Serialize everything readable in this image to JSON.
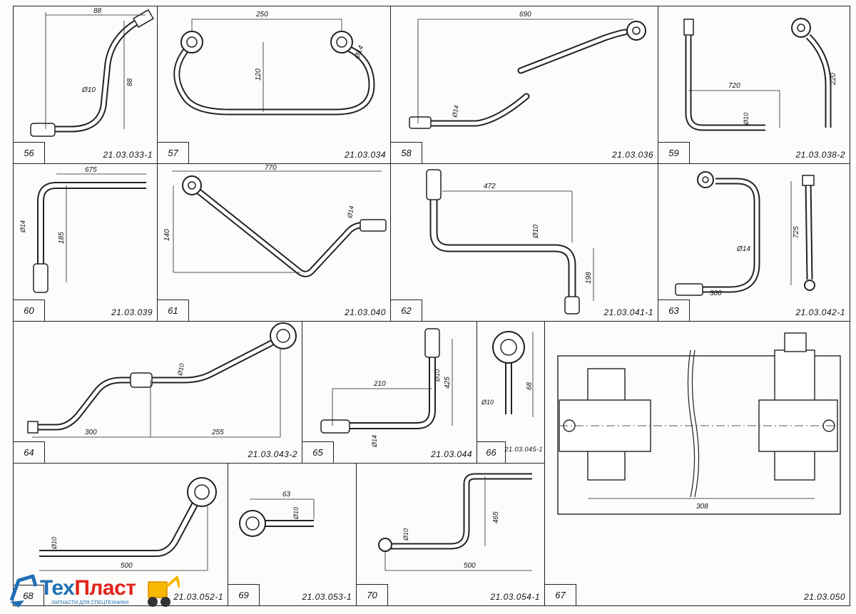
{
  "parts": [
    {
      "num": "56",
      "code": "21.03.033-1",
      "dims": [
        "88",
        "88",
        "Ø10"
      ]
    },
    {
      "num": "57",
      "code": "21.03.034",
      "dims": [
        "250",
        "120",
        "Ø14"
      ]
    },
    {
      "num": "58",
      "code": "21.03.036",
      "dims": [
        "690",
        "Ø14"
      ]
    },
    {
      "num": "59",
      "code": "21.03.038-2",
      "dims": [
        "720",
        "220",
        "Ø10"
      ]
    },
    {
      "num": "60",
      "code": "21.03.039",
      "dims": [
        "675",
        "185",
        "Ø14"
      ]
    },
    {
      "num": "61",
      "code": "21.03.040",
      "dims": [
        "770",
        "140",
        "Ø14"
      ]
    },
    {
      "num": "62",
      "code": "21.03.041-1",
      "dims": [
        "472",
        "198",
        "Ø10"
      ]
    },
    {
      "num": "63",
      "code": "21.03.042-1",
      "dims": [
        "725",
        "300",
        "Ø14"
      ]
    },
    {
      "num": "64",
      "code": "21.03.043-2",
      "dims": [
        "300",
        "255",
        "Ø10"
      ]
    },
    {
      "num": "65",
      "code": "21.03.044",
      "dims": [
        "210",
        "425",
        "Ø10",
        "Ø14"
      ]
    },
    {
      "num": "66",
      "code": "21.03.045-1",
      "dims": [
        "68",
        "Ø10"
      ]
    },
    {
      "num": "67",
      "code": "21.03.050",
      "dims": [
        "308"
      ]
    },
    {
      "num": "68",
      "code": "21.03.052-1",
      "dims": [
        "500",
        "Ø10"
      ]
    },
    {
      "num": "69",
      "code": "21.03.053-1",
      "dims": [
        "63",
        "Ø10"
      ]
    },
    {
      "num": "70",
      "code": "21.03.054-1",
      "dims": [
        "500",
        "465",
        "Ø10"
      ]
    }
  ],
  "logo": {
    "brand_a": "Тех",
    "brand_b": "Пласт",
    "tagline": "ЗАПЧАСТИ ДЛЯ СПЕЦТЕХНИКИ",
    "colors": {
      "red": "#e2231a",
      "blue": "#1f6fb5"
    }
  }
}
